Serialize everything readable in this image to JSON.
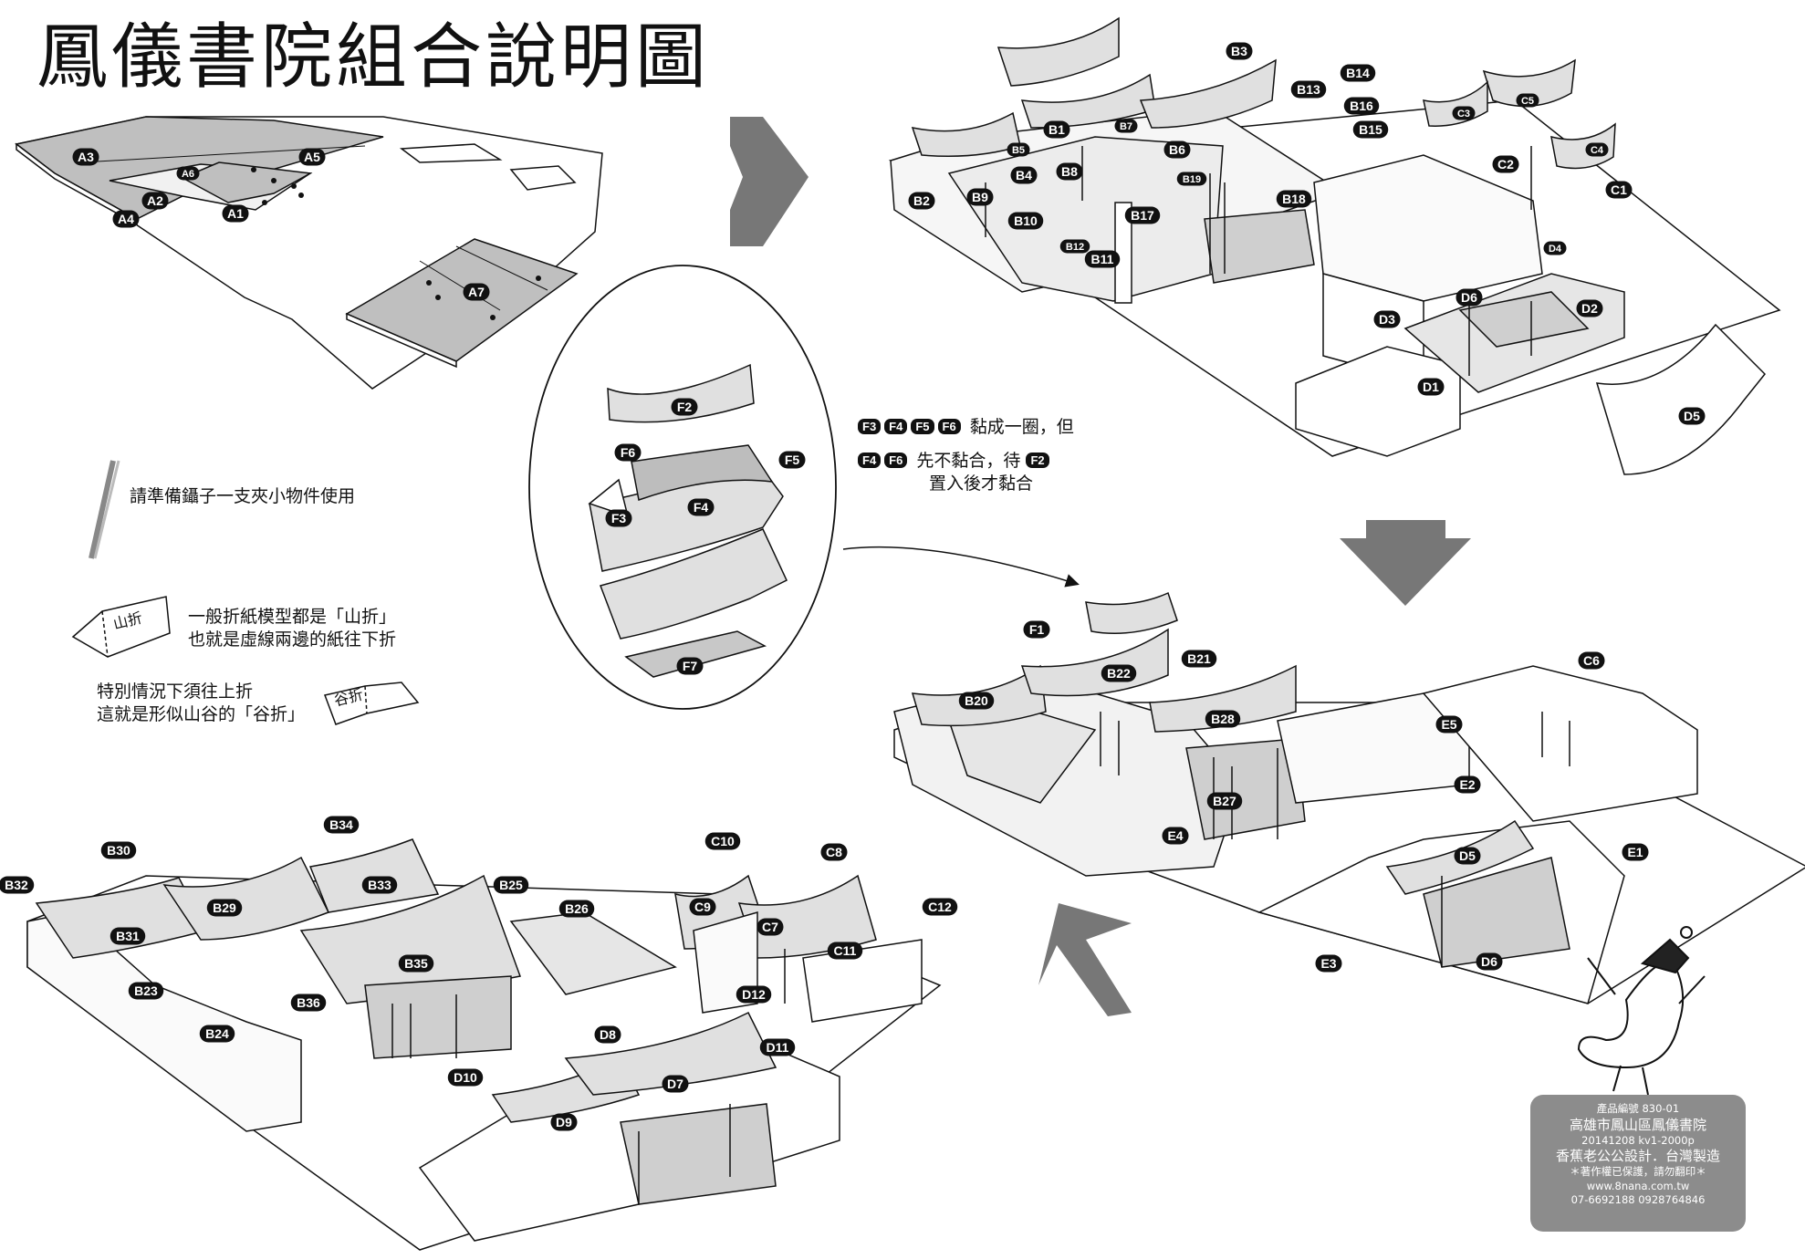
{
  "title": "鳳儀書院組合說明圖",
  "notes": {
    "tweezers": "請準備鑷子一支夾小物件使用",
    "mountain_fold_1": "一般折紙模型都是「山折」",
    "mountain_fold_2": "也就是虛線兩邊的紙往下折",
    "mountain_fold_tag": "山折",
    "valley_fold_1": "特別情況下須往上折",
    "valley_fold_2": "這就是形似山谷的「谷折」",
    "valley_fold_tag": "谷折",
    "glue_line1_pills": [
      "F3",
      "F4",
      "F5",
      "F6"
    ],
    "glue_line1_text": "黏成一圈，但",
    "glue_line2_pills": [
      "F4",
      "F6"
    ],
    "glue_line2_text": "先不黏合，待",
    "glue_line2_pill_after": "F2",
    "glue_line3_text": "置入後才黏合"
  },
  "info": {
    "line1": "產品編號  830-01",
    "line2": "高雄市鳳山區鳳儀書院",
    "line3": "20141208  kv1-2000p",
    "line4": "香蕉老公公設計．台灣製造",
    "line5": "＊著作權已保護，請勿翻印＊",
    "line6": "www.8nana.com.tw",
    "line7": "07-6692188    0928764846"
  },
  "labels": {
    "step1": [
      "A1",
      "A2",
      "A3",
      "A4",
      "A5",
      "A6",
      "A7"
    ],
    "step2": [
      "B1",
      "B2",
      "B3",
      "B4",
      "B5",
      "B6",
      "B7",
      "B8",
      "B9",
      "B10",
      "B11",
      "B12",
      "B13",
      "B14",
      "B15",
      "B16",
      "B17",
      "B18",
      "B19",
      "C1",
      "C2",
      "C3",
      "C4",
      "C5",
      "D1",
      "D2",
      "D3",
      "D4",
      "D5",
      "D6"
    ],
    "detail": [
      "F2",
      "F6",
      "F5",
      "F4",
      "F3",
      "F7"
    ],
    "step3": [
      "F1",
      "B20",
      "B21",
      "B22",
      "B27",
      "B28",
      "C6",
      "E1",
      "E2",
      "E3",
      "E4",
      "E5",
      "D5",
      "D6"
    ],
    "step4": [
      "B23",
      "B24",
      "B25",
      "B26",
      "B29",
      "B30",
      "B31",
      "B32",
      "B33",
      "B34",
      "B35",
      "B36",
      "C7",
      "C8",
      "C9",
      "C10",
      "C11",
      "C12",
      "D7",
      "D8",
      "D9",
      "D10",
      "D11",
      "D12"
    ]
  },
  "colors": {
    "arrow": "#777777",
    "roof": "#e0e0e0",
    "floor": "#cfcfcf",
    "wall": "#fafafa",
    "label_bg": "#111111"
  }
}
